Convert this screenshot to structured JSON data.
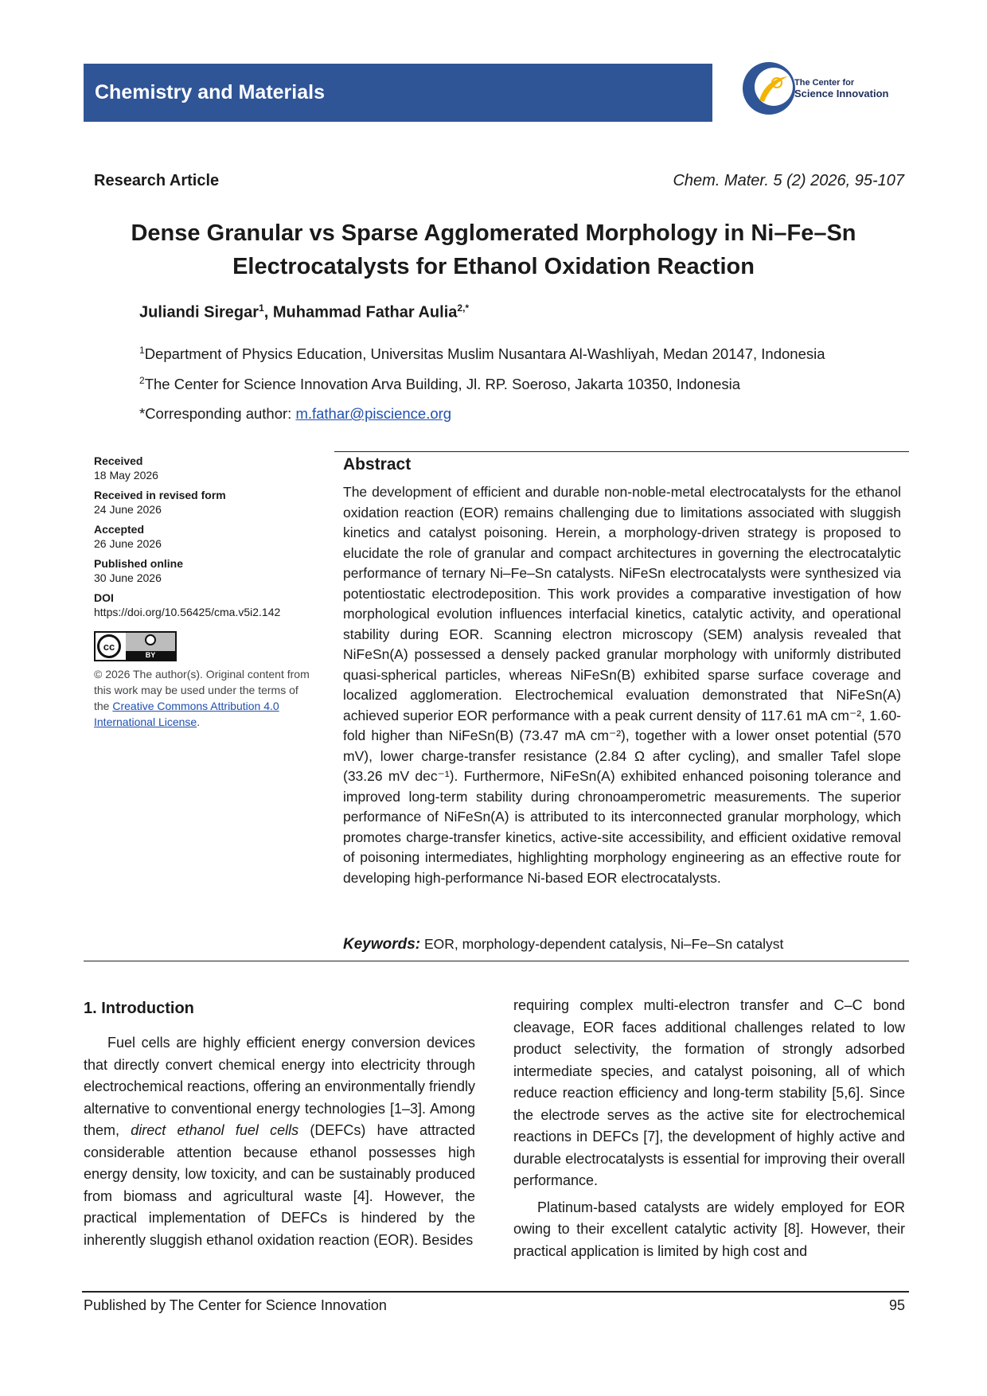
{
  "header": {
    "journal_name": "Chemistry and Materials",
    "logo_line1": "The Center for",
    "logo_line2": "Science Innovation",
    "colors": {
      "banner": "#2f5597",
      "logo_outer": "#2f5597",
      "logo_inner": "#f2b400"
    }
  },
  "article_type": "Research Article",
  "citation": "Chem. Mater. 5 (2) 2026, 95-107",
  "title_line1": "Dense Granular vs Sparse Agglomerated Morphology in Ni–Fe–Sn",
  "title_line2": "Electrocatalysts for Ethanol Oxidation Reaction",
  "authors": {
    "author1": "Juliandi Siregar",
    "author1_sup": "1",
    "sep": ", ",
    "author2": "Muhammad Fathar Aulia",
    "author2_sup": "2,*"
  },
  "affiliations": {
    "aff1_sup": "1",
    "aff1": "Department of Physics Education, Universitas Muslim Nusantara Al-Washliyah, Medan 20147, Indonesia",
    "aff2_sup": "2",
    "aff2": "The Center for Science Innovation Arva Building, Jl. RP. Soeroso, Jakarta 10350, Indonesia",
    "corresponding_label": "*Corresponding author: ",
    "corresponding_email": "m.fathar@piscience.org"
  },
  "dates": {
    "received_label": "Received",
    "received": "18 May 2026",
    "revised_label": "Received in revised form",
    "revised": "24 June 2026",
    "accepted_label": "Accepted",
    "accepted": "26 June 2026",
    "published_label": "Published online",
    "published": "30 June 2026",
    "doi_label": "DOI",
    "doi": "https://doi.org/10.56425/cma.v5i2.142"
  },
  "license": {
    "badge_cc": "cc",
    "badge_by": "BY",
    "text_before": "© 2026 The author(s). Original content from this work may be used under the terms of the ",
    "link_text": "Creative Commons Attribution 4.0 International License",
    "text_after": "."
  },
  "abstract": {
    "heading": "Abstract",
    "text": "The development of efficient and durable non-noble-metal electrocatalysts for the ethanol oxidation reaction (EOR) remains challenging due to limitations associated with sluggish kinetics and catalyst poisoning. Herein, a morphology-driven strategy is proposed to elucidate the role of granular and compact architectures in governing the electrocatalytic performance of ternary Ni–Fe–Sn catalysts. NiFeSn electrocatalysts were synthesized via potentiostatic electrodeposition. This work provides a comparative investigation of how morphological evolution influences interfacial kinetics, catalytic activity, and operational stability during EOR. Scanning electron microscopy (SEM) analysis revealed that NiFeSn(A) possessed a densely packed granular morphology with uniformly distributed quasi-spherical particles, whereas NiFeSn(B) exhibited sparse surface coverage and localized agglomeration. Electrochemical evaluation demonstrated that NiFeSn(A) achieved superior EOR performance with a peak current density of 117.61 mA cm⁻², 1.60-fold higher than NiFeSn(B) (73.47 mA cm⁻²), together with a lower onset potential (570 mV), lower charge-transfer resistance (2.84 Ω after cycling), and smaller Tafel slope (33.26 mV dec⁻¹). Furthermore, NiFeSn(A) exhibited enhanced poisoning tolerance and improved long-term stability during chronoamperometric measurements. The superior performance of NiFeSn(A) is attributed to its interconnected granular morphology, which promotes charge-transfer kinetics, active-site accessibility, and efficient oxidative removal of poisoning intermediates, highlighting morphology engineering as an effective route for developing high-performance Ni-based EOR electrocatalysts.",
    "keywords_label": "Keywords:",
    "keywords": " EOR, morphology-dependent catalysis, Ni–Fe–Sn catalyst"
  },
  "intro": {
    "heading": "1.  Introduction",
    "left_p1_a": "Fuel cells are highly efficient energy conversion devices that directly convert chemical energy into electricity through electrochemical reactions, offering an environmentally friendly alternative to conventional energy technologies [1–3]. Among them, ",
    "left_p1_em": "direct ethanol fuel cells",
    "left_p1_b": " (DEFCs) have attracted considerable attention because ethanol possesses high energy density, low toxicity, and can be sustainably produced from biomass and agricultural waste [4]. However, the practical implementation of DEFCs is hindered by the inherently sluggish ethanol oxidation reaction (EOR). Besides",
    "right_p1": "requiring complex multi-electron transfer and C–C bond cleavage, EOR faces additional challenges related to low product selectivity, the formation of strongly adsorbed intermediate species, and catalyst poisoning, all of which reduce reaction efficiency and long-term stability [5,6]. Since the electrode serves as the active site for electrochemical reactions in DEFCs [7], the development of highly active and durable electrocatalysts is essential for improving their overall performance.",
    "right_p2": "Platinum-based catalysts are widely employed for EOR owing to their excellent catalytic activity [8]. However, their practical application is limited by high cost and"
  },
  "footer": {
    "publisher": "Published by The Center for Science Innovation",
    "page_number": "95"
  }
}
